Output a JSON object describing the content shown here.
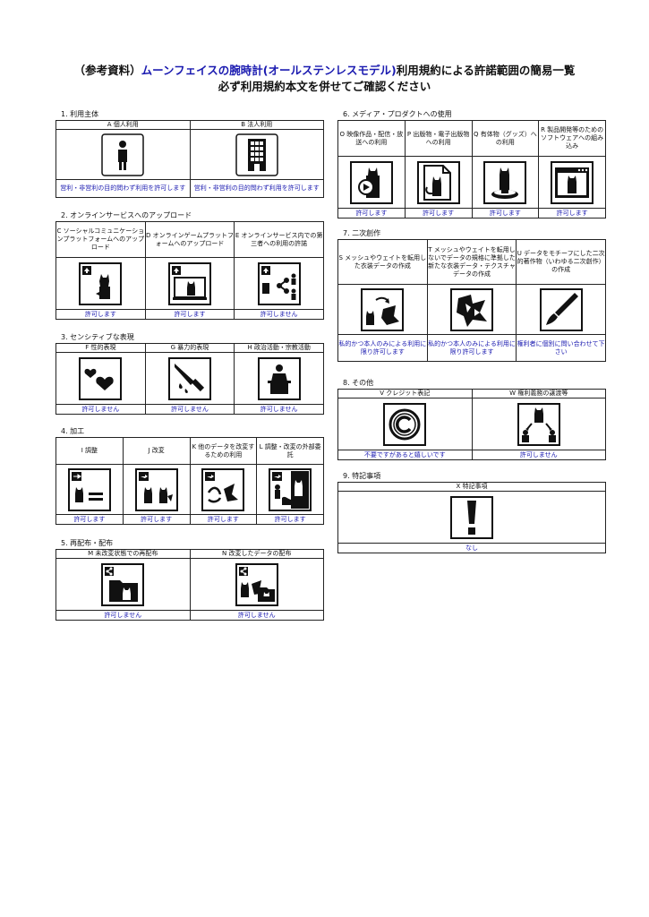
{
  "header": {
    "title_prefix": "（参考資料）",
    "title_product": "ムーンフェイスの腕時計(オールステンレスモデル)",
    "title_suffix": "利用規約による許諾範囲の簡易一覧",
    "subtitle": "必ず利用規約本文を併せてご確認ください"
  },
  "sections": {
    "s1": {
      "label": "1. 利用主体",
      "items": [
        {
          "label": "A 個人利用",
          "icon": "person-icon",
          "status": "営利・非営利の目的問わず利用を許可します"
        },
        {
          "label": "B 法人利用",
          "icon": "building-icon",
          "status": "営利・非営利の目的問わず利用を許可します"
        }
      ]
    },
    "s2": {
      "label": "2. オンラインサービスへのアップロード",
      "items": [
        {
          "label": "C ソーシャルコミュニケーションプラットフォームへのアップロード",
          "icon": "upload-social-icon",
          "status": "許可します"
        },
        {
          "label": "D オンラインゲームプラットフォームへのアップロード",
          "icon": "upload-game-icon",
          "status": "許可します"
        },
        {
          "label": "E オンラインサービス内での第三者への利用の許諾",
          "icon": "third-party-share-icon",
          "status": "許可しません"
        }
      ]
    },
    "s3": {
      "label": "3. センシティブな表現",
      "items": [
        {
          "label": "F 性的表現",
          "icon": "hearts-icon",
          "status": "許可しません"
        },
        {
          "label": "G 暴力的表現",
          "icon": "knife-icon",
          "status": "許可しません"
        },
        {
          "label": "H 政治活動・宗教活動",
          "icon": "podium-icon",
          "status": "許可しません"
        }
      ]
    },
    "s4": {
      "label": "4. 加工",
      "items": [
        {
          "label": "I 調整",
          "icon": "adjust-icon",
          "status": "許可します"
        },
        {
          "label": "J 改変",
          "icon": "modify-icon",
          "status": "許可します"
        },
        {
          "label": "K 他のデータを改変するための利用",
          "icon": "modify-other-icon",
          "status": "許可します"
        },
        {
          "label": "L 調整・改変の外部委託",
          "icon": "outsource-icon",
          "status": "許可します"
        }
      ]
    },
    "s5": {
      "label": "5. 再配布・配布",
      "items": [
        {
          "label": "M 未改変状態での再配布",
          "icon": "redistribute-icon",
          "status": "許可しません"
        },
        {
          "label": "N 改変したデータの配布",
          "icon": "distribute-modified-icon",
          "status": "許可しません"
        }
      ]
    },
    "s6": {
      "label": "6. メディア・プロダクトへの使用",
      "items": [
        {
          "label": "O 映像作品・配信・放送への利用",
          "icon": "video-icon",
          "status": "許可します"
        },
        {
          "label": "P 出版物・電子出版物への利用",
          "icon": "publication-icon",
          "status": "許可します"
        },
        {
          "label": "Q 有体物（グッズ）への利用",
          "icon": "goods-icon",
          "status": "許可します"
        },
        {
          "label": "R 製品開発等のためのソフトウェアへの組み込み",
          "icon": "software-icon",
          "status": "許可します"
        }
      ]
    },
    "s7": {
      "label": "7. 二次創作",
      "items": [
        {
          "label": "S メッシュやウェイトを転用した衣装データの作成",
          "icon": "mesh-reuse-icon",
          "status": "私的かつ本人のみによる利用に限り許可します"
        },
        {
          "label": "T メッシュやウェイトを転用しないでデータの規格に準拠した新たな衣装データ・テクスチャデータの作成",
          "icon": "new-costume-icon",
          "status": "私的かつ本人のみによる利用に限り許可します"
        },
        {
          "label": "U データをモチーフにした二次的著作物（いわゆる二次創作）の作成",
          "icon": "brush-icon",
          "status": "権利者に個別に問い合わせて下さい"
        }
      ]
    },
    "s8": {
      "label": "8. その他",
      "items": [
        {
          "label": "V クレジット表記",
          "icon": "copyright-icon",
          "status": "不要ですがあると嬉しいです"
        },
        {
          "label": "W 権利義務の譲渡等",
          "icon": "transfer-icon",
          "status": "許可しません"
        }
      ]
    },
    "s9": {
      "label": "9. 特記事項",
      "items": [
        {
          "label": "X 特記事項",
          "icon": "exclamation-icon",
          "status": "なし"
        }
      ]
    }
  }
}
